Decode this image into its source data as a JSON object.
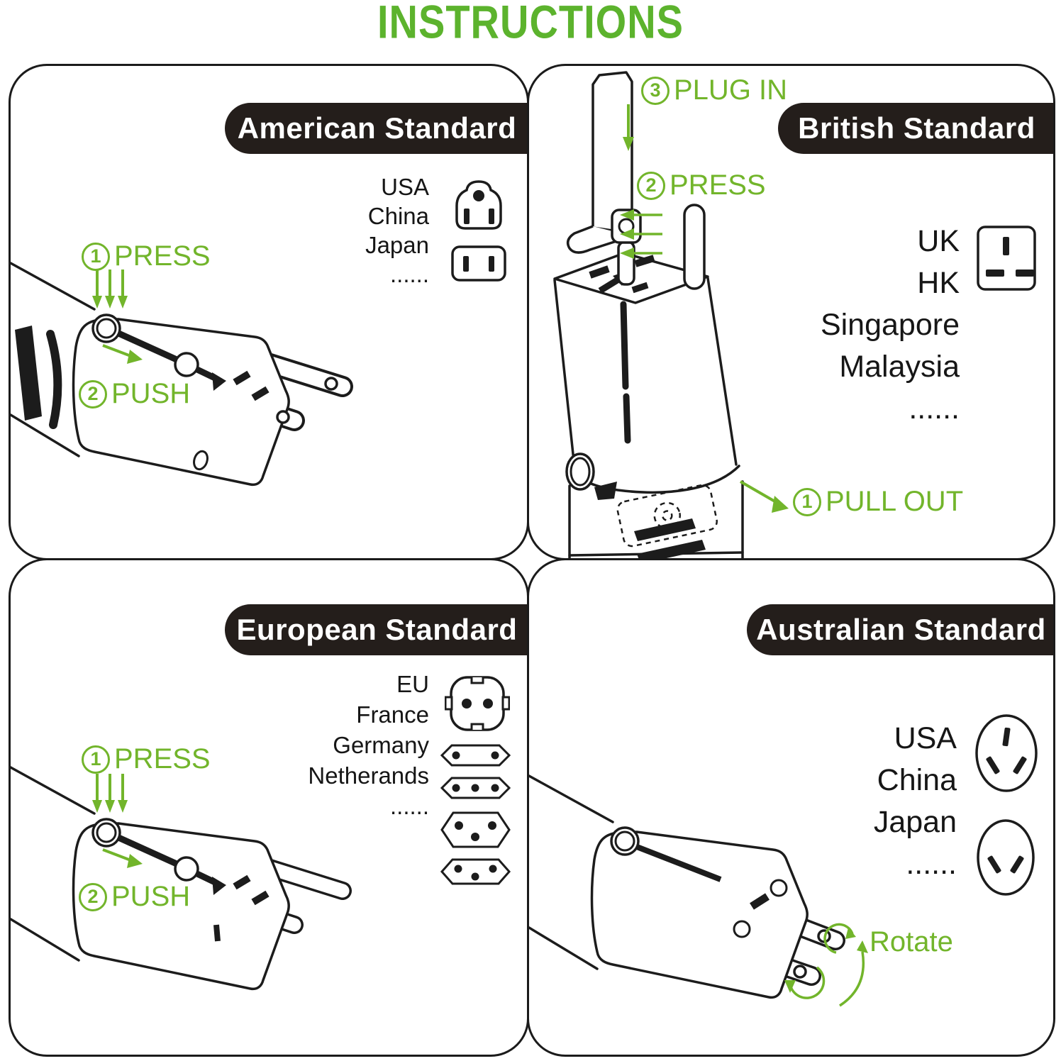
{
  "title": "INSTRUCTIONS",
  "colors": {
    "green": "#72b52b",
    "title_green": "#5cb32d",
    "banner_bg": "#241e1b",
    "line": "#1c1c1c"
  },
  "panels": {
    "american": {
      "banner": "American Standard",
      "countries": [
        "USA",
        "China",
        "Japan",
        "......"
      ],
      "icons": [
        "nema-5-15-outlet",
        "nema-1-15-outlet"
      ],
      "steps": {
        "press": {
          "num": "1",
          "label": "PRESS"
        },
        "push": {
          "num": "2",
          "label": "PUSH"
        }
      }
    },
    "british": {
      "banner": "British Standard",
      "countries": [
        "UK",
        "HK",
        "Singapore",
        "Malaysia",
        "......"
      ],
      "icons": [
        "uk-bs1363-outlet"
      ],
      "steps": {
        "plug_in": {
          "num": "3",
          "label": "PLUG IN"
        },
        "press": {
          "num": "2",
          "label": "PRESS"
        },
        "pull_out": {
          "num": "1",
          "label": "PULL OUT"
        }
      }
    },
    "european": {
      "banner": "European Standard",
      "countries": [
        "EU",
        "France",
        "Germany",
        "Netherands",
        "......"
      ],
      "icons": [
        "schuko-outlet",
        "europlug-2pin-outlet",
        "europlug-3pin-outlet",
        "swiss-3pin-outlet",
        "swiss-3pin-outlet-small"
      ],
      "steps": {
        "press": {
          "num": "1",
          "label": "PRESS"
        },
        "push": {
          "num": "2",
          "label": "PUSH"
        }
      }
    },
    "australian": {
      "banner": "Australian Standard",
      "countries": [
        "USA",
        "China",
        "Japan",
        "......"
      ],
      "icons": [
        "aus-3pin-outlet",
        "aus-2pin-outlet"
      ],
      "steps": {
        "rotate": {
          "label": "Rotate"
        }
      }
    }
  }
}
